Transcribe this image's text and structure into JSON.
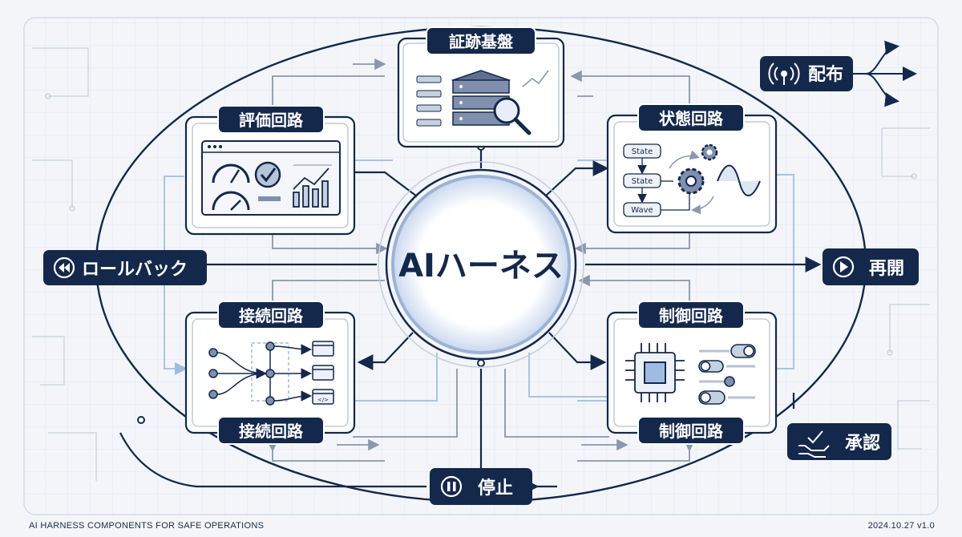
{
  "center": {
    "label": "AIハーネス"
  },
  "modules": {
    "evidence": {
      "title": "証跡基盤"
    },
    "evaluation": {
      "title": "評価回路"
    },
    "state": {
      "title": "状態回路",
      "nodes": [
        "State",
        "State",
        "Wave"
      ]
    },
    "connection": {
      "title_top": "接続回路",
      "title_bottom": "接続回路"
    },
    "control": {
      "title_top": "制御回路",
      "title_bottom": "制御回路"
    }
  },
  "actions": {
    "distribute": {
      "label": "配布",
      "icon": "broadcast-icon"
    },
    "rollback": {
      "label": "ロールバック",
      "icon": "rewind-icon"
    },
    "resume": {
      "label": "再開",
      "icon": "play-icon"
    },
    "approve": {
      "label": "承認",
      "icon": "hand-check-icon"
    },
    "stop": {
      "label": "停止",
      "icon": "pause-icon"
    }
  },
  "colors": {
    "navy": "#14284b",
    "steel": "#7d8aa3",
    "light_blue": "#a9c4e4",
    "panel": "#ffffff"
  },
  "footer": {
    "left": "AI HARNESS COMPONENTS FOR SAFE OPERATIONS",
    "right": "2024.10.27 v1.0"
  }
}
